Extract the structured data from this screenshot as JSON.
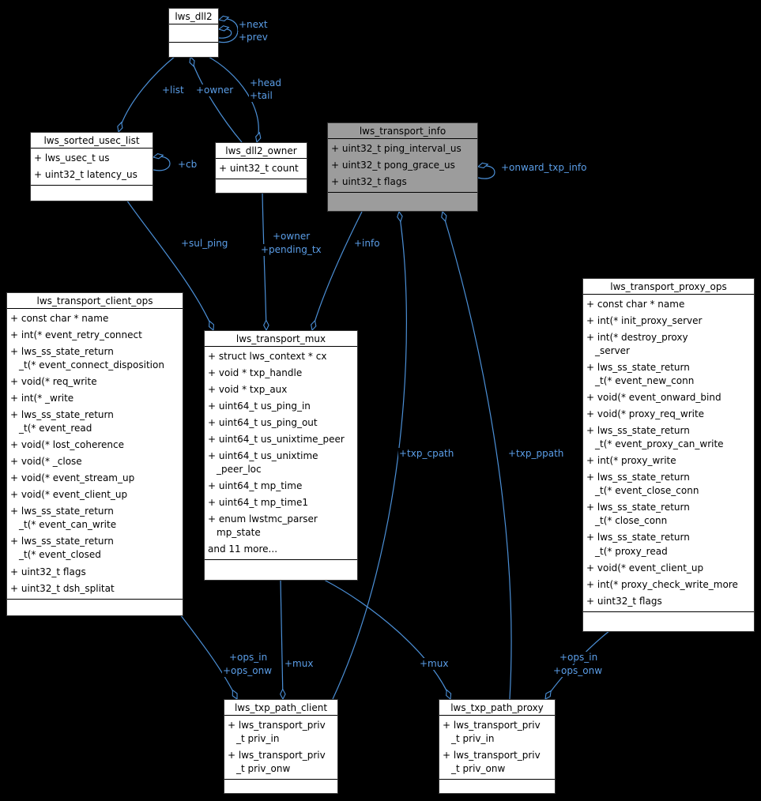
{
  "diagram": {
    "kind": "uml-collaboration-graph",
    "colors": {
      "background": "#000000",
      "node_fill": "#ffffff",
      "highlight_fill": "#9c9c9c",
      "edge_color": "#4b8fd6",
      "label_color": "#5b9ee8"
    }
  },
  "classes": [
    {
      "title": "lws_dll2",
      "fields": []
    },
    {
      "title": "lws_sorted_usec_list",
      "fields": [
        "+ lws_usec_t us",
        "+ uint32_t latency_us"
      ]
    },
    {
      "title": "lws_dll2_owner",
      "fields": [
        "+ uint32_t count"
      ]
    },
    {
      "title": "lws_transport_info",
      "fields": [
        "+ uint32_t ping_interval_us",
        "+ uint32_t pong_grace_us",
        "+ uint32_t flags"
      ]
    },
    {
      "title": "lws_transport_client_ops",
      "fields": [
        "+ const char * name",
        "+ int(* event_retry_connect",
        "+ lws_ss_state_return\n_t(* event_connect_disposition",
        "+ void(* req_write",
        "+ int(* _write",
        "+ lws_ss_state_return\n_t(* event_read",
        "+ void(* lost_coherence",
        "+ void(* _close",
        "+ void(* event_stream_up",
        "+ void(* event_client_up",
        "+ lws_ss_state_return\n_t(* event_can_write",
        "+ lws_ss_state_return\n_t(* event_closed",
        "+ uint32_t flags",
        "+ uint32_t dsh_splitat"
      ]
    },
    {
      "title": "lws_transport_mux",
      "fields": [
        "+ struct lws_context * cx",
        "+ void * txp_handle",
        "+ void * txp_aux",
        "+ uint64_t us_ping_in",
        "+ uint64_t us_ping_out",
        "+ uint64_t us_unixtime_peer",
        "+ uint64_t us_unixtime\n_peer_loc",
        "+ uint64_t mp_time",
        "+ uint64_t mp_time1",
        "+ enum lwstmc_parser\nmp_state",
        "and 11 more..."
      ]
    },
    {
      "title": "lws_transport_proxy_ops",
      "fields": [
        "+ const char * name",
        "+ int(* init_proxy_server",
        "+ int(* destroy_proxy\n_server",
        "+ lws_ss_state_return\n_t(* event_new_conn",
        "+ void(* event_onward_bind",
        "+ void(* proxy_req_write",
        "+ lws_ss_state_return\n_t(* event_proxy_can_write",
        "+ int(* proxy_write",
        "+ lws_ss_state_return\n_t(* event_close_conn",
        "+ lws_ss_state_return\n_t(* close_conn",
        "+ lws_ss_state_return\n_t(* proxy_read",
        "+ void(* event_client_up",
        "+ int(* proxy_check_write_more",
        "+ uint32_t flags"
      ]
    },
    {
      "title": "lws_txp_path_client",
      "fields": [
        "+ lws_transport_priv\n_t priv_in",
        "+ lws_transport_priv\n_t priv_onw"
      ]
    },
    {
      "title": "lws_txp_path_proxy",
      "fields": [
        "+ lws_transport_priv\n_t priv_in",
        "+ lws_transport_priv\n_t priv_onw"
      ]
    }
  ],
  "edges": [
    {
      "name": "dll2-self-next-prev",
      "labels": [
        "+next",
        "+prev"
      ]
    },
    {
      "name": "sorted-usec-list-list",
      "labels": [
        "+list"
      ]
    },
    {
      "name": "dll2-owner",
      "labels": [
        "+owner"
      ]
    },
    {
      "name": "dll2owner-head-tail",
      "labels": [
        "+head",
        "+tail"
      ]
    },
    {
      "name": "sorted-usec-list-cb",
      "labels": [
        "+cb"
      ]
    },
    {
      "name": "info-onward-txp-info",
      "labels": [
        "+onward_txp_info"
      ]
    },
    {
      "name": "mux-sul-ping",
      "labels": [
        "+sul_ping"
      ]
    },
    {
      "name": "mux-owner-pending-tx",
      "labels": [
        "+owner",
        "+pending_tx"
      ]
    },
    {
      "name": "mux-info",
      "labels": [
        "+info"
      ]
    },
    {
      "name": "info-txp-cpath",
      "labels": [
        "+txp_cpath"
      ]
    },
    {
      "name": "info-txp-ppath",
      "labels": [
        "+txp_ppath"
      ]
    },
    {
      "name": "client-ops-in-onw",
      "labels": [
        "+ops_in",
        "+ops_onw"
      ]
    },
    {
      "name": "client-mux",
      "labels": [
        "+mux"
      ]
    },
    {
      "name": "proxy-mux",
      "labels": [
        "+mux"
      ]
    },
    {
      "name": "proxy-ops-in-onw",
      "labels": [
        "+ops_in",
        "+ops_onw"
      ]
    }
  ]
}
